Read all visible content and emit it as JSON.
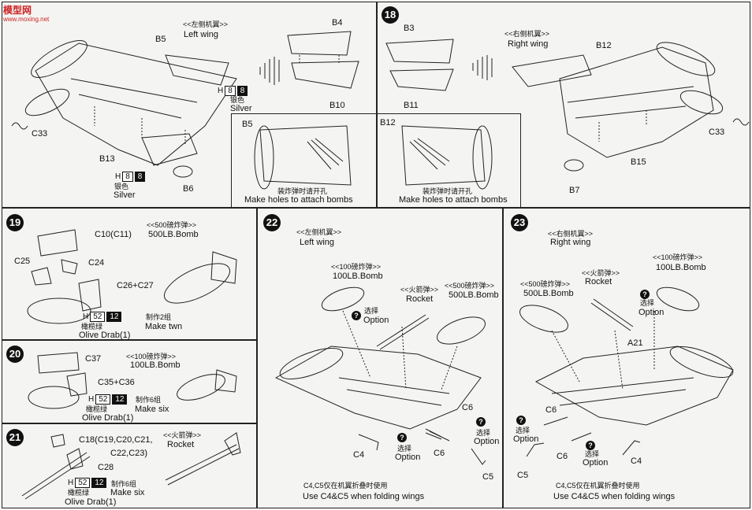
{
  "watermark": {
    "text": "模型网",
    "url": "www.moxing.net"
  },
  "s17": {
    "title_cn": "<<左侧机翼>>",
    "title_en": "Left wing",
    "b5": "B5",
    "b4": "B4",
    "b10": "B10",
    "c33": "C33",
    "b13": "B13",
    "b6": "B6",
    "h1": "H",
    "h1_w": "8",
    "h1_b": "8",
    "h1_cn": "银色",
    "h1_en": "Silver",
    "h2": "H",
    "h2_w": "8",
    "h2_b": "8",
    "h2_cn": "银色",
    "h2_en": "Silver",
    "inset_label": "B5",
    "inset_cn": "装炸弹时请开孔",
    "inset_en": "Make holes to attach bombs"
  },
  "s18": {
    "num": "18",
    "title_cn": "<<右侧机翼>>",
    "title_en": "Right wing",
    "b3": "B3",
    "b11": "B11",
    "b12": "B12",
    "c33": "C33",
    "b15": "B15",
    "b7": "B7",
    "inset_label": "B12",
    "inset_cn": "装炸弹时请开孔",
    "inset_en": "Make holes to attach bombs"
  },
  "s19": {
    "num": "19",
    "title_cn": "<<500磅炸弹>>",
    "title_en": "500LB.Bomb",
    "c10": "C10(C11)",
    "c25": "C25",
    "c24": "C24",
    "c26": "C26+C27",
    "h": "H",
    "h_w": "52",
    "h_b": "12",
    "paint_cn": "橄榄绿",
    "paint_en": "Olive Drab(1)",
    "make_cn": "制作2组",
    "make_en": "Make twn"
  },
  "s20": {
    "num": "20",
    "title_cn": "<<100磅炸弹>>",
    "title_en": "100LB.Bomb",
    "c37": "C37",
    "c35": "C35+C36",
    "h": "H",
    "h_w": "52",
    "h_b": "12",
    "paint_cn": "橄榄绿",
    "paint_en": "Olive Drab(1)",
    "make_cn": "制作6组",
    "make_en": "Make six"
  },
  "s21": {
    "num": "21",
    "title_cn": "<<火箭弹>>",
    "title_en": "Rocket",
    "c18": "C18(C19,C20,C21,",
    "c18b": "C22,C23)",
    "c28": "C28",
    "h": "H",
    "h_w": "52",
    "h_b": "12",
    "paint_cn": "橄榄绿",
    "paint_en": "Olive Drab(1)",
    "make_cn": "制作6组",
    "make_en": "Make six"
  },
  "s22": {
    "num": "22",
    "title_cn": "<<左侧机翼>>",
    "title_en": "Left wing",
    "bomb100_cn": "<<100磅炸弹>>",
    "bomb100_en": "100LB.Bomb",
    "rocket_cn": "<<火箭弹>>",
    "rocket_en": "Rocket",
    "bomb500_cn": "<<500磅炸弹>>",
    "bomb500_en": "500LB.Bomb",
    "option_cn": "选择",
    "option_en": "Option",
    "option2_cn": "选择",
    "option2_en": "Option",
    "option3_cn": "选择",
    "option3_en": "Option",
    "c6a": "C6",
    "c6b": "C6",
    "c4": "C4",
    "c5": "C5",
    "note_cn": "C4,C5仅在机翼折叠时使用",
    "note_en": "Use C4&C5 when folding wings"
  },
  "s23": {
    "num": "23",
    "title_cn": "<<右侧机翼>>",
    "title_en": "Right wing",
    "bomb500_cn": "<<500磅炸弹>>",
    "bomb500_en": "500LB.Bomb",
    "rocket_cn": "<<火箭弹>>",
    "rocket_en": "Rocket",
    "bomb100_cn": "<<100磅炸弹>>",
    "bomb100_en": "100LB.Bomb",
    "option_cn": "选择",
    "option_en": "Option",
    "option2_cn": "选择",
    "option2_en": "Option",
    "option3_cn": "选择",
    "option3_en": "Option",
    "a21": "A21",
    "c6a": "C6",
    "c6b": "C6",
    "c4": "C4",
    "c5": "C5",
    "note_cn": "C4,C5仅在机翼折叠时使用",
    "note_en": "Use C4&C5 when folding wings"
  }
}
